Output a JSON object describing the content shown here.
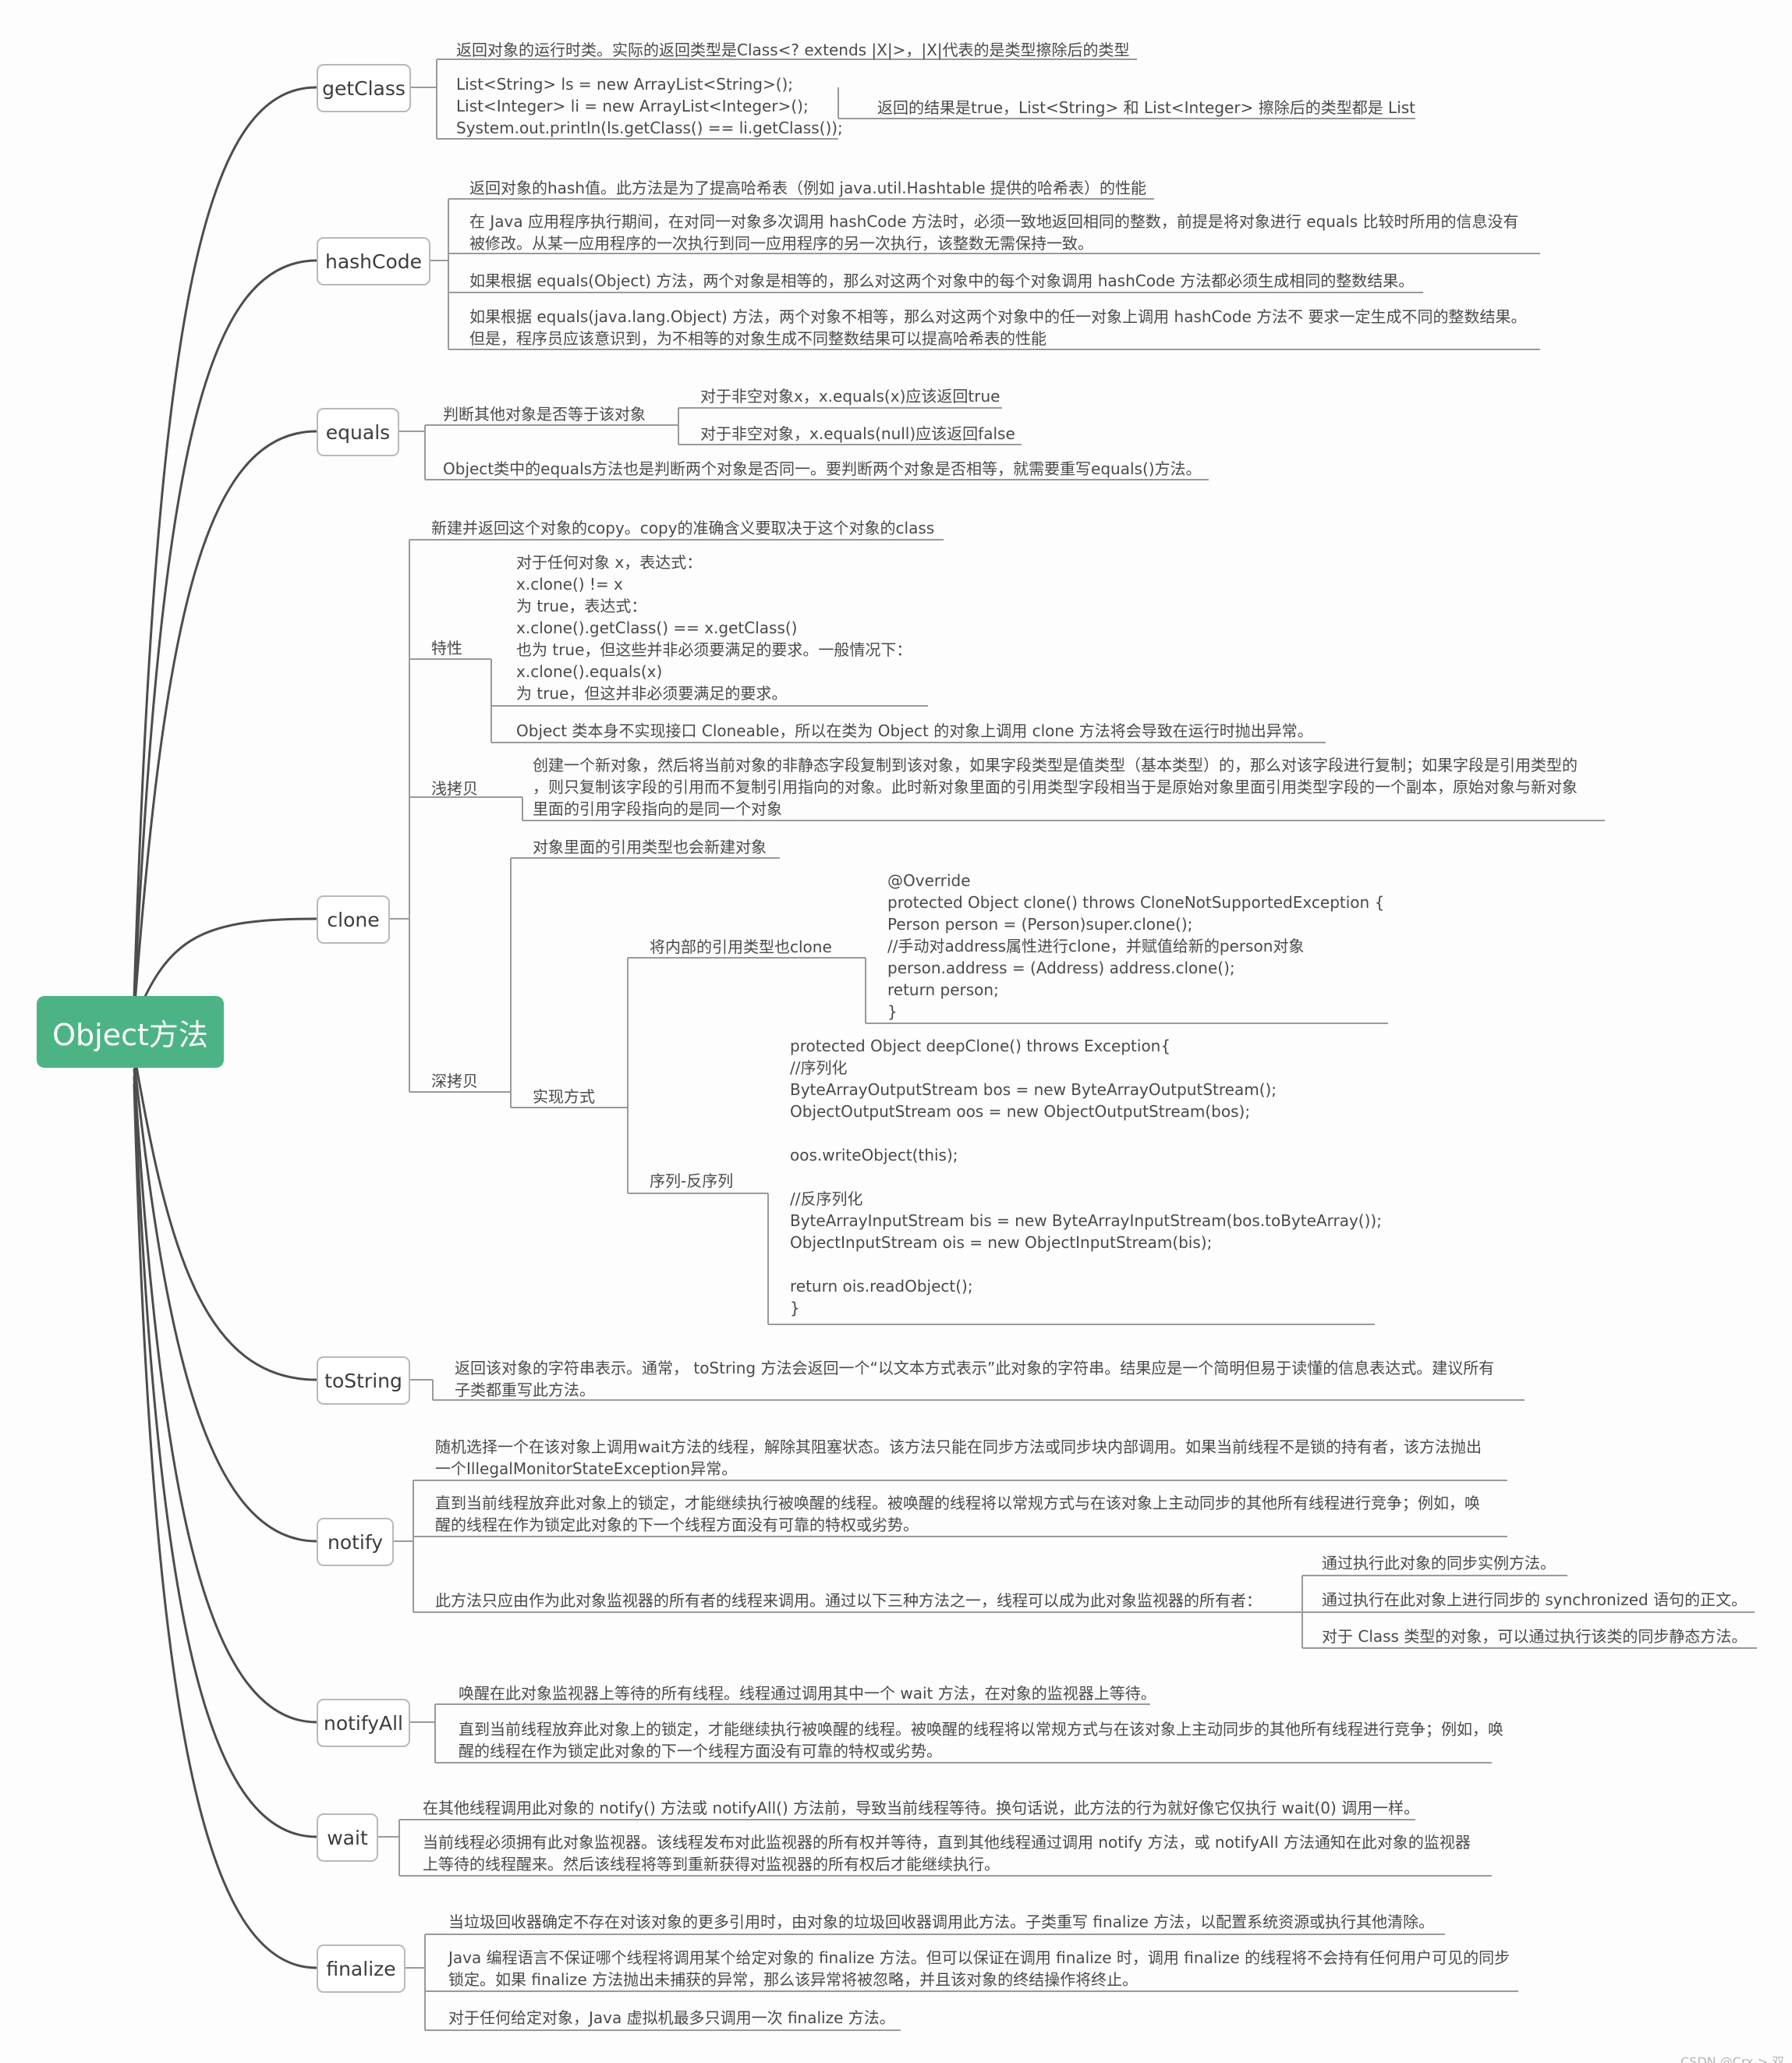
{
  "root": {
    "label": "Object方法"
  },
  "branches": {
    "getClass": {
      "label": "getClass",
      "desc": "返回对象的运行时类。实际的返回类型是Class<? extends |X|>，|X|代表的是类型擦除后的类型",
      "code": "List<String> ls = new ArrayList<String>();\nList<Integer> li = new ArrayList<Integer>();\nSystem.out.println(ls.getClass() == li.getClass());",
      "result": "返回的结果是true，List<String> 和 List<Integer> 擦除后的类型都是 List"
    },
    "hashCode": {
      "label": "hashCode",
      "items": [
        "返回对象的hash值。此方法是为了提高哈希表（例如 java.util.Hashtable 提供的哈希表）的性能",
        "在 Java 应用程序执行期间，在对同一对象多次调用 hashCode 方法时，必须一致地返回相同的整数，前提是将对象进行 equals 比较时所用的信息没有\n被修改。从某一应用程序的一次执行到同一应用程序的另一次执行，该整数无需保持一致。",
        "如果根据 equals(Object) 方法，两个对象是相等的，那么对这两个对象中的每个对象调用 hashCode 方法都必须生成相同的整数结果。",
        "如果根据 equals(java.lang.Object) 方法，两个对象不相等，那么对这两个对象中的任一对象上调用 hashCode 方法不 要求一定生成不同的整数结果。\n但是，程序员应该意识到，为不相等的对象生成不同整数结果可以提高哈希表的性能"
      ]
    },
    "equals": {
      "label": "equals",
      "judge": "判断其他对象是否等于该对象",
      "judge_items": [
        "对于非空对象x，x.equals(x)应该返回true",
        "对于非空对象，x.equals(null)应该返回false"
      ],
      "note": "Object类中的equals方法也是判断两个对象是否同一。要判断两个对象是否相等，就需要重写equals()方法。"
    },
    "clone": {
      "label": "clone",
      "intro": "新建并返回这个对象的copy。copy的准确含义要取决于这个对象的class",
      "feature_label": "特性",
      "feature_text": "对于任何对象 x，表达式：\nx.clone() != x\n为 true，表达式：\nx.clone().getClass() == x.getClass()\n也为 true，但这些并非必须要满足的要求。一般情况下：\nx.clone().equals(x)\n为 true，但这并非必须要满足的要求。",
      "feature_note": "Object 类本身不实现接口 Cloneable，所以在类为 Object 的对象上调用 clone 方法将会导致在运行时抛出异常。",
      "shallow_label": "浅拷贝",
      "shallow_text": "创建一个新对象，然后将当前对象的非静态字段复制到该对象，如果字段类型是值类型（基本类型）的，那么对该字段进行复制；如果字段是引用类型的\n，则只复制该字段的引用而不复制引用指向的对象。此时新对象里面的引用类型字段相当于是原始对象里面引用类型字段的一个副本，原始对象与新对象\n里面的引用字段指向的是同一个对象",
      "deep_label": "深拷贝",
      "deep_note": "对象里面的引用类型也会新建对象",
      "impl_label": "实现方式",
      "inner_label": "将内部的引用类型也clone",
      "inner_code": "@Override\nprotected Object clone() throws CloneNotSupportedException {\nPerson person = (Person)super.clone();\n//手动对address属性进行clone，并赋值给新的person对象\nperson.address = (Address) address.clone();\nreturn person;\n}",
      "serial_label": "序列-反序列",
      "serial_code": "protected Object deepClone() throws Exception{\n//序列化\nByteArrayOutputStream bos = new ByteArrayOutputStream();\nObjectOutputStream oos = new ObjectOutputStream(bos);\n\noos.writeObject(this);\n\n//反序列化\nByteArrayInputStream bis = new ByteArrayInputStream(bos.toByteArray());\nObjectInputStream ois = new ObjectInputStream(bis);\n\nreturn ois.readObject();\n}"
    },
    "toString": {
      "label": "toString",
      "desc": "返回该对象的字符串表示。通常， toString 方法会返回一个“以文本方式表示”此对象的字符串。结果应是一个简明但易于读懂的信息表达式。建议所有\n子类都重写此方法。"
    },
    "notify": {
      "label": "notify",
      "items": [
        "随机选择一个在该对象上调用wait方法的线程，解除其阻塞状态。该方法只能在同步方法或同步块内部调用。如果当前线程不是锁的持有者，该方法抛出\n一个IllegalMonitorStateException异常。",
        "直到当前线程放弃此对象上的锁定，才能继续执行被唤醒的线程。被唤醒的线程将以常规方式与在该对象上主动同步的其他所有线程进行竞争；例如，唤\n醒的线程在作为锁定此对象的下一个线程方面没有可靠的特权或劣势。"
      ],
      "owner": "此方法只应由作为此对象监视器的所有者的线程来调用。通过以下三种方法之一，线程可以成为此对象监视器的所有者：",
      "owner_ways": [
        "通过执行此对象的同步实例方法。",
        "通过执行在此对象上进行同步的 synchronized 语句的正文。",
        "对于 Class 类型的对象，可以通过执行该类的同步静态方法。"
      ]
    },
    "notifyAll": {
      "label": "notifyAll",
      "items": [
        "唤醒在此对象监视器上等待的所有线程。线程通过调用其中一个 wait 方法，在对象的监视器上等待。",
        "直到当前线程放弃此对象上的锁定，才能继续执行被唤醒的线程。被唤醒的线程将以常规方式与在该对象上主动同步的其他所有线程进行竞争；例如，唤\n醒的线程在作为锁定此对象的下一个线程方面没有可靠的特权或劣势。"
      ]
    },
    "wait": {
      "label": "wait",
      "items": [
        "在其他线程调用此对象的 notify() 方法或 notifyAll() 方法前，导致当前线程等待。换句话说，此方法的行为就好像它仅执行 wait(0) 调用一样。",
        "当前线程必须拥有此对象监视器。该线程发布对此监视器的所有权并等待，直到其他线程通过调用 notify 方法，或 notifyAll 方法通知在此对象的监视器\n上等待的线程醒来。然后该线程将等到重新获得对监视器的所有权后才能继续执行。"
      ]
    },
    "finalize": {
      "label": "finalize",
      "items": [
        "当垃圾回收器确定不存在对该对象的更多引用时，由对象的垃圾回收器调用此方法。子类重写 finalize 方法，以配置系统资源或执行其他清除。",
        "Java 编程语言不保证哪个线程将调用某个给定对象的 finalize 方法。但可以保证在调用 finalize 时，调用 finalize 的线程将不会持有任何用户可见的同步\n锁定。如果 finalize 方法抛出未捕获的异常，那么该异常将被忽略，并且该对象的终结操作将终止。",
        "对于任何给定对象，Java 虚拟机最多只调用一次 finalize 方法。"
      ]
    }
  },
  "watermark": "CSDN @Crx > 双"
}
